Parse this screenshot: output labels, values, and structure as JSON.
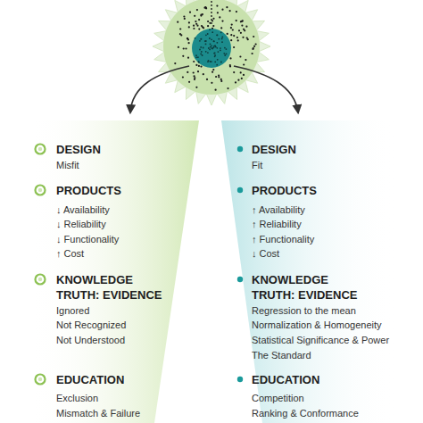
{
  "diagram": {
    "nodes": [
      {
        "text": [
          "DESIGN",
          "Misfit",
          "PRODUCTS",
          "↓ Availability",
          "↓ Reliability",
          "↓ Functionality",
          "↑ Cost",
          "KNOWLEDGE TRUTH: EVIDENCE",
          "Ignored",
          "Not Recognized",
          "Not Understood",
          "EDUCATION",
          "Exclusion",
          "Mismatch & Failure"
        ]
      },
      {
        "text": [
          "DESIGN",
          "Fit",
          "PRODUCTS",
          "↑ Availability",
          "↑ Reliability",
          "↑ Functionality",
          "↓ Cost",
          "KNOWLEDGE TRUTH: EVIDENCE",
          "Regression to the mean",
          "Normalization & Homogeneity",
          "Statistical Significance & Power",
          "The Standard",
          "EDUCATION",
          "Competition",
          "Ranking & Conformance"
        ]
      }
    ]
  }
}
